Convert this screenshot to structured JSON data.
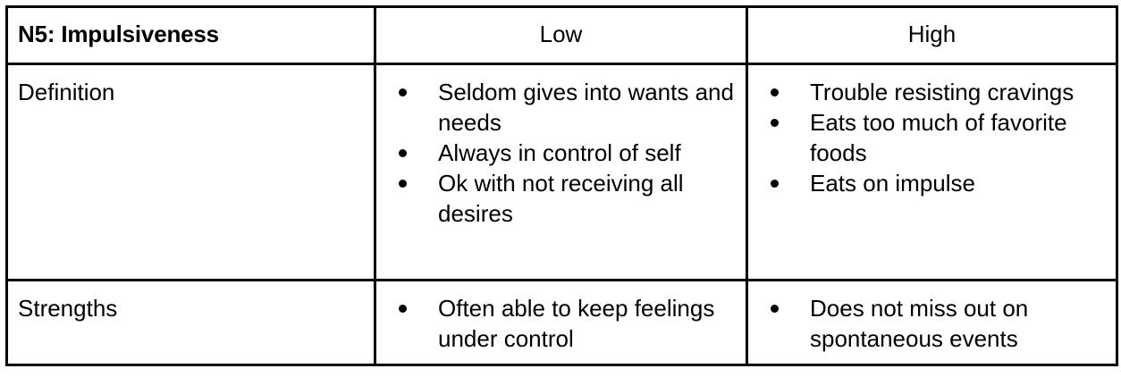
{
  "table": {
    "title": "N5: Impulsiveness",
    "columns": [
      {
        "key": "label",
        "label": "N5: Impulsiveness",
        "align": "left",
        "bold": true
      },
      {
        "key": "low",
        "label": "Low",
        "align": "center",
        "bold": false
      },
      {
        "key": "high",
        "label": "High",
        "align": "center",
        "bold": false
      }
    ],
    "rows": [
      {
        "label": "Definition",
        "low": [
          "Seldom gives into wants and needs",
          "Always in control of self",
          "Ok with not receiving all desires"
        ],
        "high": [
          "Trouble resisting cravings",
          "Eats too much of favorite foods",
          "Eats on impulse"
        ]
      },
      {
        "label": "Strengths",
        "low": [
          "Often able to keep feelings under control"
        ],
        "high": [
          "Does not miss out on spontaneous events"
        ]
      }
    ]
  },
  "style": {
    "border_color": "#000000",
    "text_color": "#000000",
    "background": "#ffffff",
    "bullet_glyph": "•"
  }
}
